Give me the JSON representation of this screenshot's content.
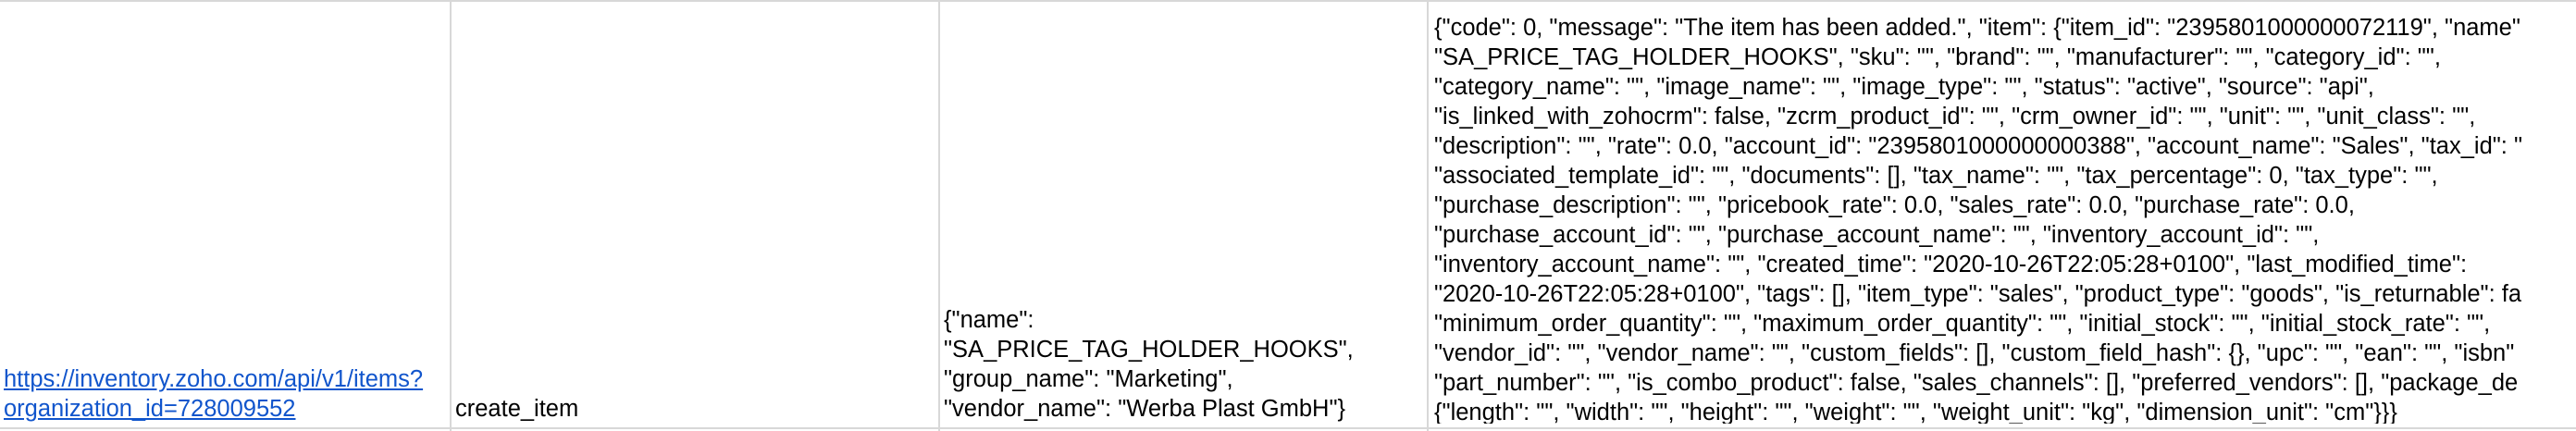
{
  "sheet": {
    "row": {
      "url": {
        "lines": [
          "https://inventory.zoho.com/api/v1/items?",
          "organization_id=728009552"
        ]
      },
      "action": "create_item",
      "payload": {
        "lines": [
          "{\"name\":",
          "\"SA_PRICE_TAG_HOLDER_HOOKS\",",
          "\"group_name\": \"Marketing\",",
          "\"vendor_name\": \"Werba Plast GmbH\"}"
        ]
      },
      "response": {
        "lines": [
          "{\"code\": 0, \"message\": \"The item has been added.\", \"item\": {\"item_id\": \"2395801000000072119\", \"name\"",
          "\"SA_PRICE_TAG_HOLDER_HOOKS\", \"sku\": \"\", \"brand\": \"\", \"manufacturer\": \"\", \"category_id\": \"\",",
          "\"category_name\": \"\", \"image_name\": \"\", \"image_type\": \"\", \"status\": \"active\", \"source\": \"api\",",
          "\"is_linked_with_zohocrm\": false, \"zcrm_product_id\": \"\", \"crm_owner_id\": \"\", \"unit\": \"\", \"unit_class\": \"\",",
          "\"description\": \"\", \"rate\": 0.0, \"account_id\": \"2395801000000000388\", \"account_name\": \"Sales\", \"tax_id\": \"",
          "\"associated_template_id\": \"\", \"documents\": [], \"tax_name\": \"\", \"tax_percentage\": 0, \"tax_type\": \"\",",
          "\"purchase_description\": \"\", \"pricebook_rate\": 0.0, \"sales_rate\": 0.0, \"purchase_rate\": 0.0,",
          "\"purchase_account_id\": \"\", \"purchase_account_name\": \"\", \"inventory_account_id\": \"\",",
          "\"inventory_account_name\": \"\", \"created_time\": \"2020-10-26T22:05:28+0100\", \"last_modified_time\":",
          "\"2020-10-26T22:05:28+0100\", \"tags\": [], \"item_type\": \"sales\", \"product_type\": \"goods\", \"is_returnable\": fa",
          "\"minimum_order_quantity\": \"\", \"maximum_order_quantity\": \"\", \"initial_stock\": \"\", \"initial_stock_rate\": \"\",",
          "\"vendor_id\": \"\", \"vendor_name\": \"\", \"custom_fields\": [], \"custom_field_hash\": {}, \"upc\": \"\", \"ean\": \"\", \"isbn\"",
          "\"part_number\": \"\", \"is_combo_product\": false, \"sales_channels\": [], \"preferred_vendors\": [], \"package_de",
          "{\"length\": \"\", \"width\": \"\", \"height\": \"\", \"weight\": \"\", \"weight_unit\": \"kg\", \"dimension_unit\": \"cm\"}}}"
        ]
      }
    },
    "colors": {
      "gridline": "#d8d8d8",
      "link": "#1155cc",
      "text": "#000000",
      "background": "#ffffff"
    }
  }
}
